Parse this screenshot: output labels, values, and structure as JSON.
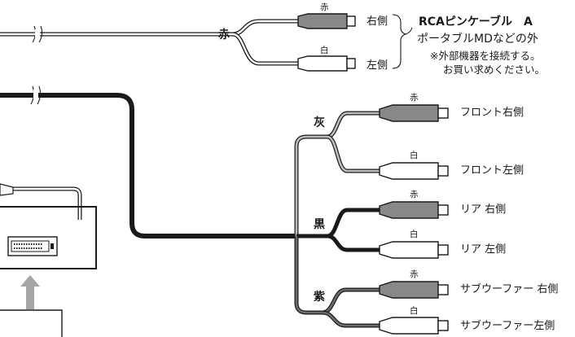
{
  "top_group": {
    "group_color": "赤",
    "plugs": [
      {
        "color": "赤",
        "channel": "右側"
      },
      {
        "color": "白",
        "channel": "左側"
      }
    ]
  },
  "callout": {
    "title": "RCAピンケーブル　A",
    "line1": "ポータブルMDなどの外",
    "note1": "※外部機器を接続する。",
    "note2": "お買い求めください。"
  },
  "groups": [
    {
      "group_color": "灰",
      "plugs": [
        {
          "color": "赤",
          "channel": "フロント右側"
        },
        {
          "color": "白",
          "channel": "フロント左側"
        }
      ]
    },
    {
      "group_color": "黒",
      "plugs": [
        {
          "color": "赤",
          "channel": "リア 右側"
        },
        {
          "color": "白",
          "channel": "リア 左側"
        }
      ]
    },
    {
      "group_color": "紫",
      "plugs": [
        {
          "color": "赤",
          "channel": "サブウーファー 右側"
        },
        {
          "color": "白",
          "channel": "サブウーファー左側"
        }
      ]
    }
  ],
  "colors": {
    "line": "#1a1a1a",
    "red_plug": "#888888",
    "white_plug": "#ffffff",
    "gray_wire": "#9a9a9a",
    "purple_wire": "#6b6b6b",
    "arrow": "#a6a6a6"
  }
}
